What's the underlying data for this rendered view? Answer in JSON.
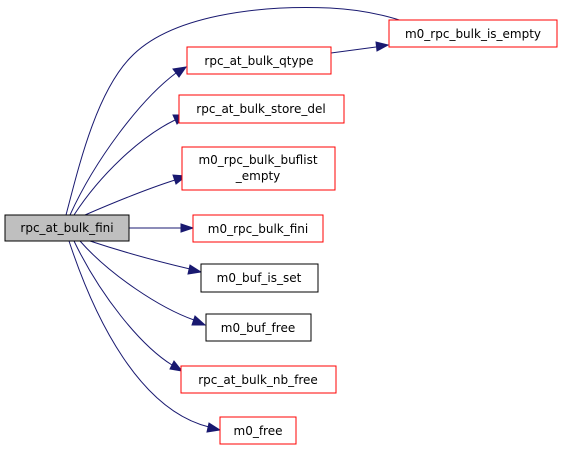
{
  "colors": {
    "edge": "#191970",
    "root_fill": "#bfbfbf",
    "border_red": "#ff0000",
    "border_black": "#000000",
    "node_fill": "#ffffff"
  },
  "nodes": {
    "root": {
      "lines": [
        "rpc_at_bulk_fini"
      ]
    },
    "is_empty": {
      "lines": [
        "m0_rpc_bulk_is_empty"
      ]
    },
    "qtype": {
      "lines": [
        "rpc_at_bulk_qtype"
      ]
    },
    "store_del": {
      "lines": [
        "rpc_at_bulk_store_del"
      ]
    },
    "buflist_empty": {
      "lines": [
        "m0_rpc_bulk_buflist",
        "_empty"
      ]
    },
    "bulk_fini": {
      "lines": [
        "m0_rpc_bulk_fini"
      ]
    },
    "buf_is_set": {
      "lines": [
        "m0_buf_is_set"
      ]
    },
    "buf_free": {
      "lines": [
        "m0_buf_free"
      ]
    },
    "nb_free": {
      "lines": [
        "rpc_at_bulk_nb_free"
      ]
    },
    "free": {
      "lines": [
        "m0_free"
      ]
    }
  }
}
